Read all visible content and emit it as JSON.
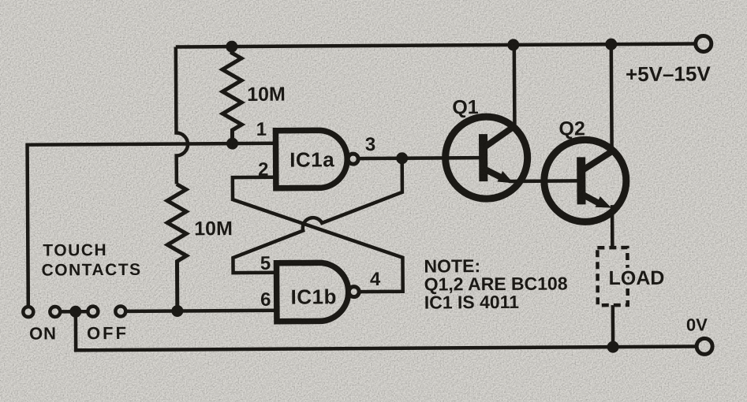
{
  "colors": {
    "paper": "#d8d6d1",
    "ink": "#1d1b17"
  },
  "power_rail_label": "+5V–15V",
  "ground_rail_label": "0V",
  "resistor_upper_value": "10M",
  "resistor_lower_value": "10M",
  "gate_a_label": "IC1a",
  "gate_b_label": "IC1b",
  "pin_labels": {
    "p1": "1",
    "p2": "2",
    "p3": "3",
    "p4": "4",
    "p5": "5",
    "p6": "6"
  },
  "transistor_q1_label": "Q1",
  "transistor_q2_label": "Q2",
  "load_label": "LOAD",
  "touch_contacts_label": {
    "line1": "TOUCH",
    "line2": "CONTACTS"
  },
  "switch_labels": {
    "on": "ON",
    "off": "OFF"
  },
  "note": {
    "line1": "NOTE:",
    "line2": "Q1,2 ARE BC108",
    "line3": "IC1 IS 4011"
  }
}
